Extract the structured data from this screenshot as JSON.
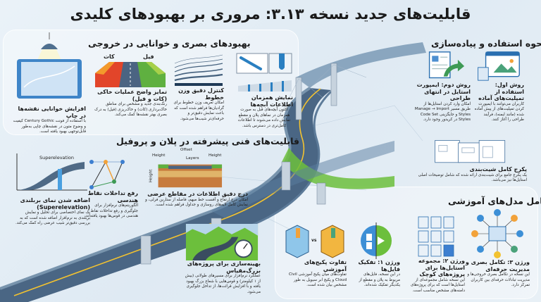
{
  "title": "قابلیت‌های جدید نسخه ۳.۱۳: مروری بر بهبودهای کلیدی",
  "visual": {
    "heading": "بهبودهای بصری و خوانایی در خروجی",
    "cards": [
      {
        "title": "افزایش خوانایی نقشه‌ها در چاپ",
        "body": "با استفاده از فونت Century Gothic کیفیت و وضوح متون در نقشه‌های چاپی به‌طور قابل‌توجهی بهبود یافته است.",
        "icon": "blueprint-lamp-icon"
      },
      {
        "title": "تمایز واضح عملیات خاکی (کات و فیل)",
        "body": "رنگ‌بندی جدید و مشخص برای مناطق خاک‌برداری (کات) و خاک‌ریزی (فیل) به درک بصری بهتر نقشه‌ها کمک می‌کند.",
        "label_cut": "کات",
        "label_fill": "فیل",
        "icon": "cut-fill-section-icon"
      },
      {
        "title": "کنترل دقیق وزن خطوط",
        "body": "امکان تعریف وزن خطوط برای گرادیان‌ها فراهم شده است که باعث نمایش دقیق‌تر و حرفه‌ای‌تر شیب‌ها می‌شود.",
        "icon": "line-weights-icon"
      },
      {
        "title": "نمایش همزمان اطلاعات آبچه‌ها",
        "body": "اکنون آبچه‌های قبل به صورت همزمان در نماهای پلان و مقطع نمایش داده می‌شوند تا اطلاعات کامل‌تری در دسترس باشد.",
        "icon": "culvert-plan-profile-icon"
      }
    ]
  },
  "usage": {
    "heading": "نحوه استفاده و پیاده‌سازی",
    "cards": [
      {
        "title": "روش اول: استفاده از تمپلیت‌های آماده",
        "body": "کاربران می‌توانند با ایمپورت کردن تمپلیت‌های از پیش آماده شده (مانند ایمنه)، فرآیند طراحی را آغاز کنند.",
        "icon": "template-window-icon"
      },
      {
        "title": "روش دوم: ایمپورت استایل در انتهای طراحی",
        "body": "امکان وارد کردن استایل‌ها از طریق مسیر Manage → Import Styles و جایگزینی Code Set Styles در کریدور وجود دارد.",
        "icon": "import-document-arrow-icon"
      },
      {
        "title": "پکرج کامل شیت‌بندی",
        "body": "یک پکرج جامع برای شیت‌بندی ارائه شده که شامل توضیحات اصلی استایل‌ها نیز می‌باشد.",
        "icon": "sheet-set-icon"
      }
    ]
  },
  "technical": {
    "heading": "قابلیت‌های فنی پیشرفته در پلان و پروفیل",
    "cards": [
      {
        "title": "اضافه شدن نمای بربلندی (Superelevation)",
        "body": "یک نمای اختصاصی برای تحلیل و نمایش بربلندی به نرم‌افزار اضافه شده است که به بررسی دقیق‌تر شیب عرضی راه کمک می‌کند.",
        "chart_label": "Superelevation",
        "icon": "superelevation-chart-icon"
      },
      {
        "title": "رفع تداخلات نقاط هندسی",
        "body": "الگوریتم‌های نرم‌افزار برای جلوگیری و رفع تداخلات نقاط هندسی در قوس‌ها بهبود یافته‌اند.",
        "icon": "geometry-points-icon"
      },
      {
        "title": "درج دقیق اطلاعات در مقاطع عرضی",
        "body": "امکان درج ارتفاع و آفست خط میهم، فاصله از ستارین فرلی، و نمایش کامل لایه‌های روسازی و جداول فراهم شده است.",
        "labels": [
          "Offset",
          "Height",
          "Layers",
          "Height",
          "Height"
        ],
        "icon": "cross-section-icon"
      },
      {
        "title": "بهینه‌سازی برای پروژه‌های بزرگ‌مقیاس",
        "body": "عملکرد نرم‌افزار برای مسیرهای طولانی (بیش از ۱ کیلومتر) و قوس‌هایی با شعاع بزرگ بهبود یافته و با افزایش قرائت‌ها، از تداخل جلوگیری می‌شود.",
        "icon": "road-speedometer-icon"
      }
    ]
  },
  "training": {
    "heading": "تکامل مدل‌های آموزشی",
    "cards": [
      {
        "title": "ورژن ۳: تکامل بصری و مدیریت حرفه‌ای",
        "body": "این نسخه در تکامل بصری خروجی‌ها و مدیریت تبادلات حرفه‌ای بین کاربران تمرکز دارد.",
        "icon": "network-hub-icon"
      },
      {
        "title": "ورژن ۲: مجموعه استایل‌ها برای پروژه‌های کوچک",
        "body": "این نسخه شامل مجموعه‌ای از استایل‌ها است که برای پروژه‌های دامنه‌های مشخص مناسب است.",
        "icon": "file-grid-icon"
      },
      {
        "title": "ورژن ۱: تفکیک فایل‌ها",
        "body": "در این نسخه، فایل‌های مربوط به پلان و مقطع از یکدیگر تفکیک شده‌اند.",
        "icon": "split-files-icon"
      },
      {
        "title": "تفاوت پکیج‌های آموزشی",
        "body": "تفاوت‌های میان پکیج آموزشی Civil Cloud و پکیج ابر سیویل به طور مشخص بیان شده است.",
        "vs": "vs",
        "icon": "boxes-vs-icon"
      }
    ]
  },
  "colors": {
    "road": "#3d5a78",
    "lane": "#f2c230",
    "grass": "#6cbf3c",
    "cut": "#e2452a",
    "fill": "#5fb040",
    "accent": "#2a7fc1"
  }
}
